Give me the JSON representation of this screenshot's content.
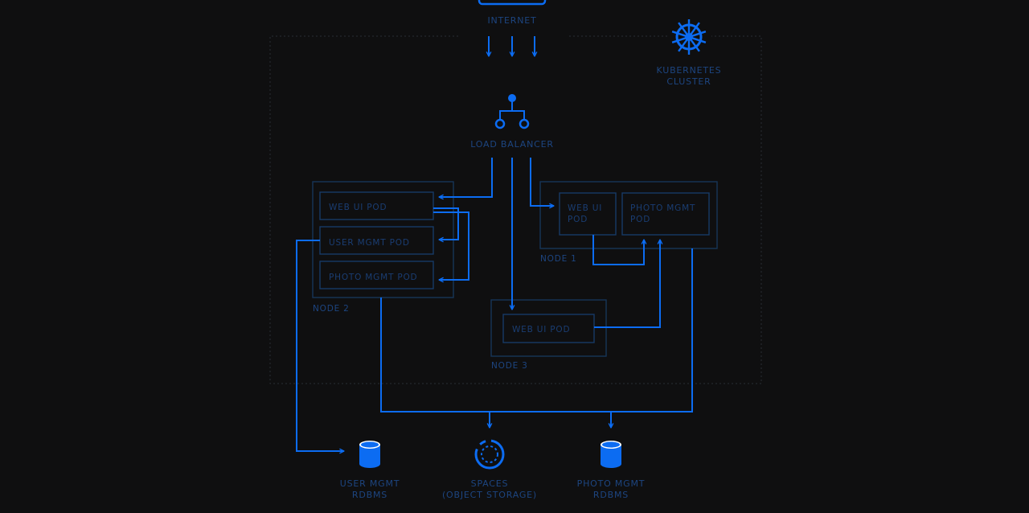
{
  "diagram": {
    "internet": {
      "label": "INTERNET"
    },
    "cluster": {
      "label_line1": "KUBERNETES",
      "label_line2": "CLUSTER"
    },
    "load_balancer": {
      "label": "LOAD BALANCER"
    },
    "node_left": {
      "label": "NODE 2",
      "pods": [
        "WEB UI POD",
        "USER MGMT POD",
        "PHOTO MGMT POD"
      ]
    },
    "node_right": {
      "label": "NODE 1",
      "pods": [
        {
          "line1": "WEB UI",
          "line2": "POD"
        },
        {
          "line1": "PHOTO MGMT",
          "line2": "POD"
        }
      ]
    },
    "node_center": {
      "label": "NODE 3",
      "pods": [
        "WEB UI POD"
      ]
    },
    "stores": [
      {
        "line1": "USER MGMT",
        "line2": "RDBMS",
        "icon": "database-icon"
      },
      {
        "line1": "SPACES",
        "line2": "(OBJECT STORAGE)",
        "icon": "spaces-icon"
      },
      {
        "line1": "PHOTO MGMT",
        "line2": "RDBMS",
        "icon": "database-icon"
      }
    ],
    "colors": {
      "accent": "#0c6cf2",
      "box": "#163559",
      "label": "#1d4580",
      "background": "#0f0f10"
    }
  }
}
